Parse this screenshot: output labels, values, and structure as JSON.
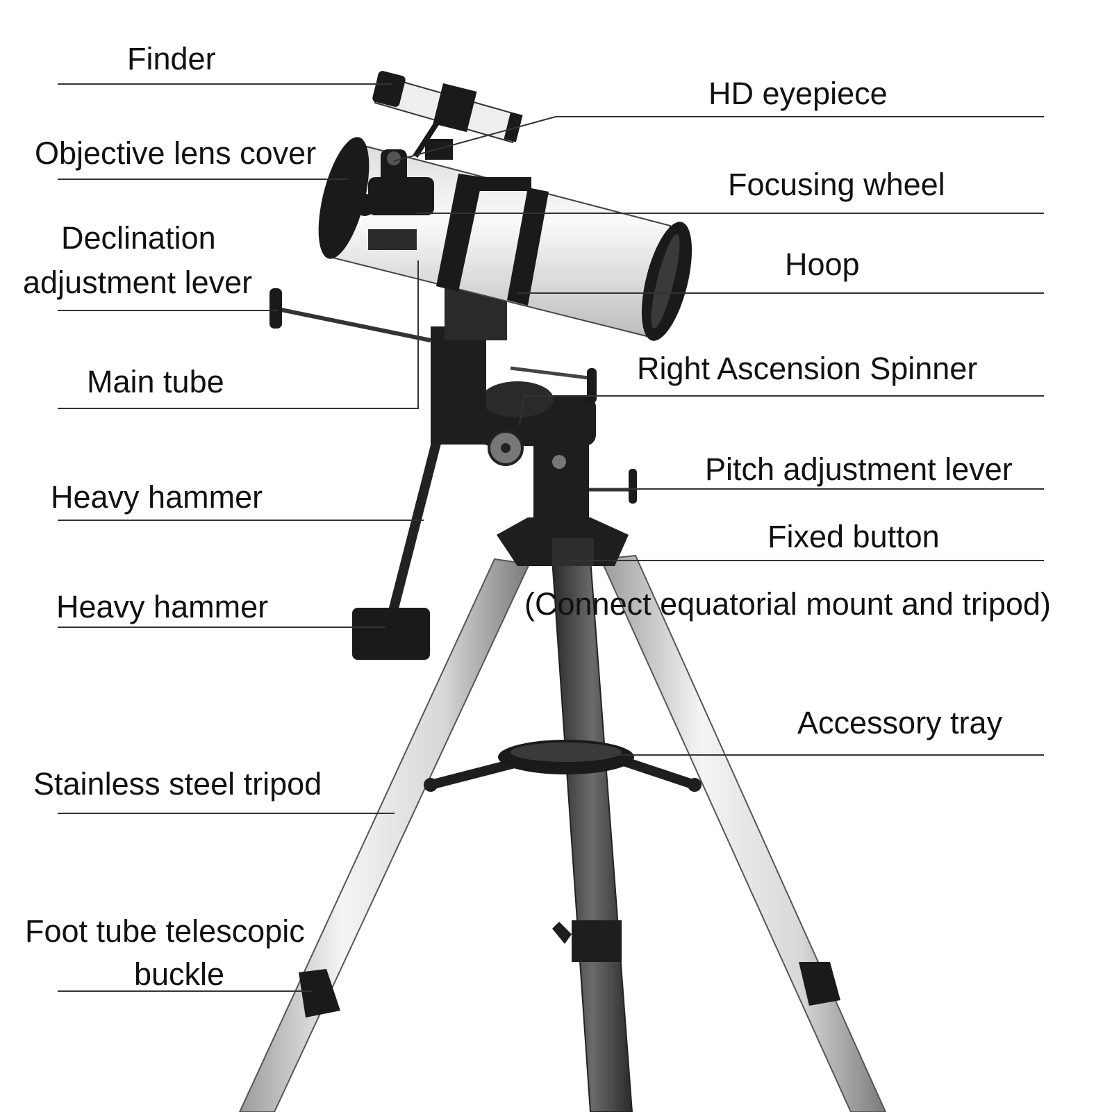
{
  "labels": {
    "finder": "Finder",
    "hd_eyepiece": "HD eyepiece",
    "objective_lens_cover": "Objective lens cover",
    "focusing_wheel": "Focusing wheel",
    "declination_line1": "Declination",
    "declination_line2": "adjustment lever",
    "hoop": "Hoop",
    "main_tube": "Main tube",
    "right_ascension_spinner": "Right Ascension Spinner",
    "pitch_adjustment_lever": "Pitch adjustment lever",
    "heavy_hammer_1": "Heavy hammer",
    "fixed_button": "Fixed button",
    "fixed_button_note": "(Connect equatorial mount and tripod)",
    "heavy_hammer_2": "Heavy hammer",
    "accessory_tray": "Accessory tray",
    "stainless_steel_tripod": "Stainless steel tripod",
    "foot_tube_line1": "Foot tube telescopic",
    "foot_tube_line2": "buckle"
  },
  "colors": {
    "background": "#ffffff",
    "text": "#111111",
    "leader_line": "#333333",
    "metal_dark": "#1e1e1e",
    "tube_light": "#efefef",
    "leg_light": "#e6e6e6"
  }
}
